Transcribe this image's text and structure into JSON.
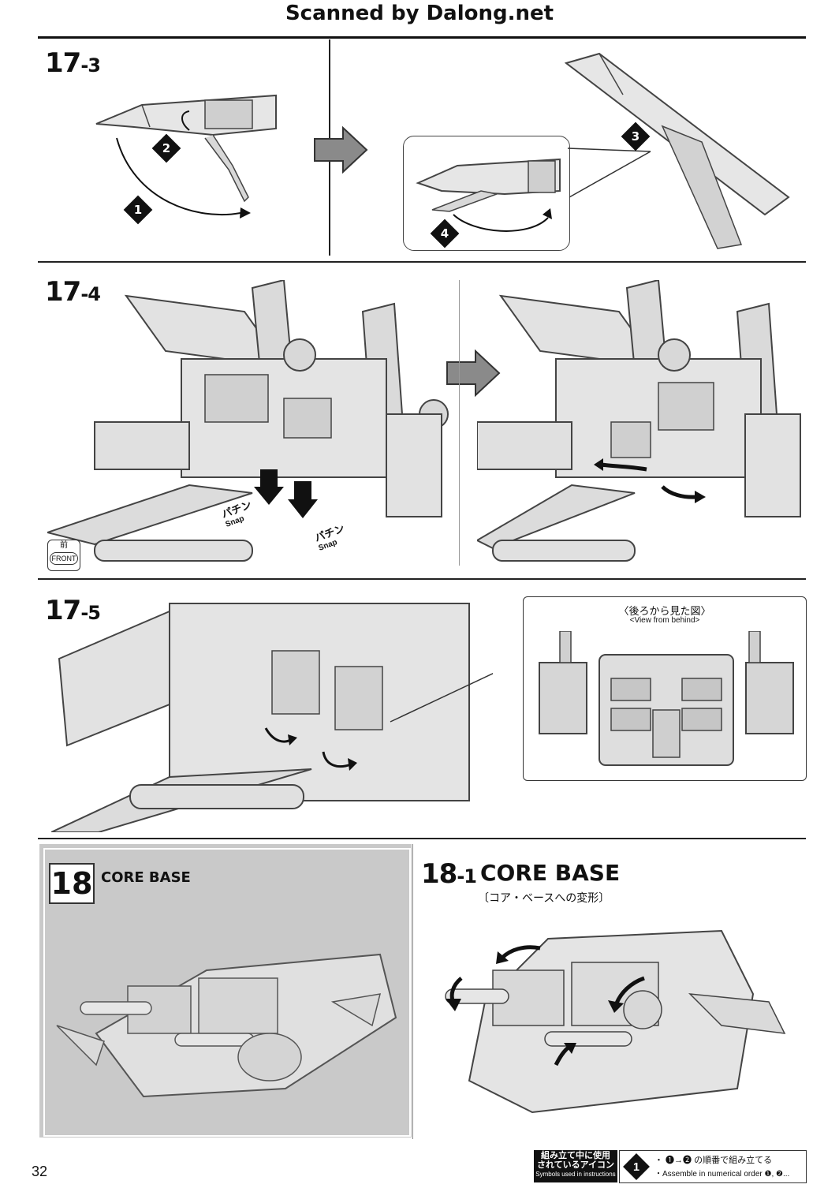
{
  "header": {
    "title": "Scanned by Dalong.net"
  },
  "steps": {
    "s17_3": {
      "num": "17",
      "sub": "-3"
    },
    "s17_4": {
      "num": "17",
      "sub": "-4"
    },
    "s17_5": {
      "num": "17",
      "sub": "-5"
    },
    "s18": {
      "num": "18",
      "title": "CORE BASE"
    },
    "s18_1": {
      "num": "18",
      "sub": "-1",
      "title": "CORE BASE",
      "subtitle_jp": "〔コア・ベースへの変形〕"
    }
  },
  "markers": {
    "m1": "1",
    "m2": "2",
    "m3": "3",
    "m4": "4"
  },
  "snap_labels": {
    "jp": "パチン",
    "en": "Snap"
  },
  "front_tag": {
    "jp": "前",
    "en": "FRONT"
  },
  "behind_view": {
    "jp": "〈後ろから見た図〉",
    "en": "<View from behind>"
  },
  "footer": {
    "page_number": "32",
    "icon_label_jp_1": "組み立て中に使用",
    "icon_label_jp_2": "されているアイコン",
    "icon_label_en": "Symbols used in instructions",
    "icon_symbol": "1",
    "order_jp": "・ ❶→❷ の順番で組み立てる",
    "order_en": "・Assemble in numerical order ❶, ❷..."
  },
  "colors": {
    "ink": "#111111",
    "part_fill": "#e4e4e4",
    "panel_gray": "#c9c9c9"
  }
}
